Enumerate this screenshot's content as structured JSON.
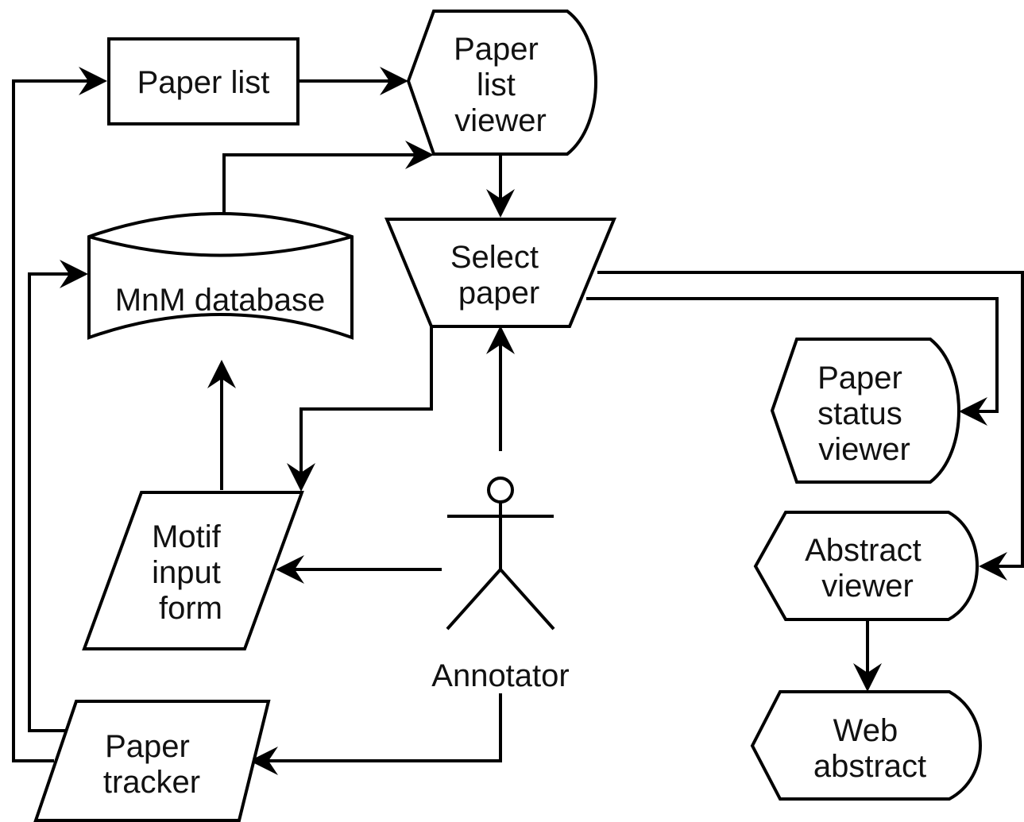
{
  "nodes": {
    "paper_list": {
      "shape": "process",
      "lines": [
        "Paper list"
      ]
    },
    "paper_list_viewer": {
      "shape": "display",
      "lines": [
        "Paper",
        "list",
        "viewer"
      ]
    },
    "mnm_database": {
      "shape": "stored-data",
      "lines": [
        "MnM database"
      ]
    },
    "select_paper": {
      "shape": "manual-operation",
      "lines": [
        "Select",
        "paper"
      ]
    },
    "paper_status_viewer": {
      "shape": "display",
      "lines": [
        "Paper",
        "status",
        "viewer"
      ]
    },
    "motif_input_form": {
      "shape": "data-input",
      "lines": [
        "Motif",
        "input",
        "form"
      ]
    },
    "annotator": {
      "shape": "actor",
      "lines": [
        "Annotator"
      ]
    },
    "abstract_viewer": {
      "shape": "display",
      "lines": [
        "Abstract",
        "viewer"
      ]
    },
    "paper_tracker": {
      "shape": "data-input",
      "lines": [
        "Paper",
        "tracker"
      ]
    },
    "web_abstract": {
      "shape": "display",
      "lines": [
        "Web",
        "abstract"
      ]
    }
  },
  "edges": [
    {
      "from": "paper_list",
      "to": "paper_list_viewer"
    },
    {
      "from": "mnm_database",
      "to": "paper_list_viewer"
    },
    {
      "from": "paper_list_viewer",
      "to": "select_paper"
    },
    {
      "from": "annotator",
      "to": "select_paper"
    },
    {
      "from": "select_paper",
      "to": "paper_status_viewer"
    },
    {
      "from": "select_paper",
      "to": "abstract_viewer"
    },
    {
      "from": "select_paper",
      "to": "motif_input_form"
    },
    {
      "from": "motif_input_form",
      "to": "mnm_database"
    },
    {
      "from": "annotator",
      "to": "motif_input_form"
    },
    {
      "from": "annotator",
      "to": "paper_tracker"
    },
    {
      "from": "paper_tracker",
      "to": "paper_list"
    },
    {
      "from": "paper_tracker",
      "to": "mnm_database"
    },
    {
      "from": "abstract_viewer",
      "to": "web_abstract"
    }
  ],
  "colors": {
    "stroke": "#000000",
    "fill": "#ffffff",
    "text": "#111111"
  }
}
